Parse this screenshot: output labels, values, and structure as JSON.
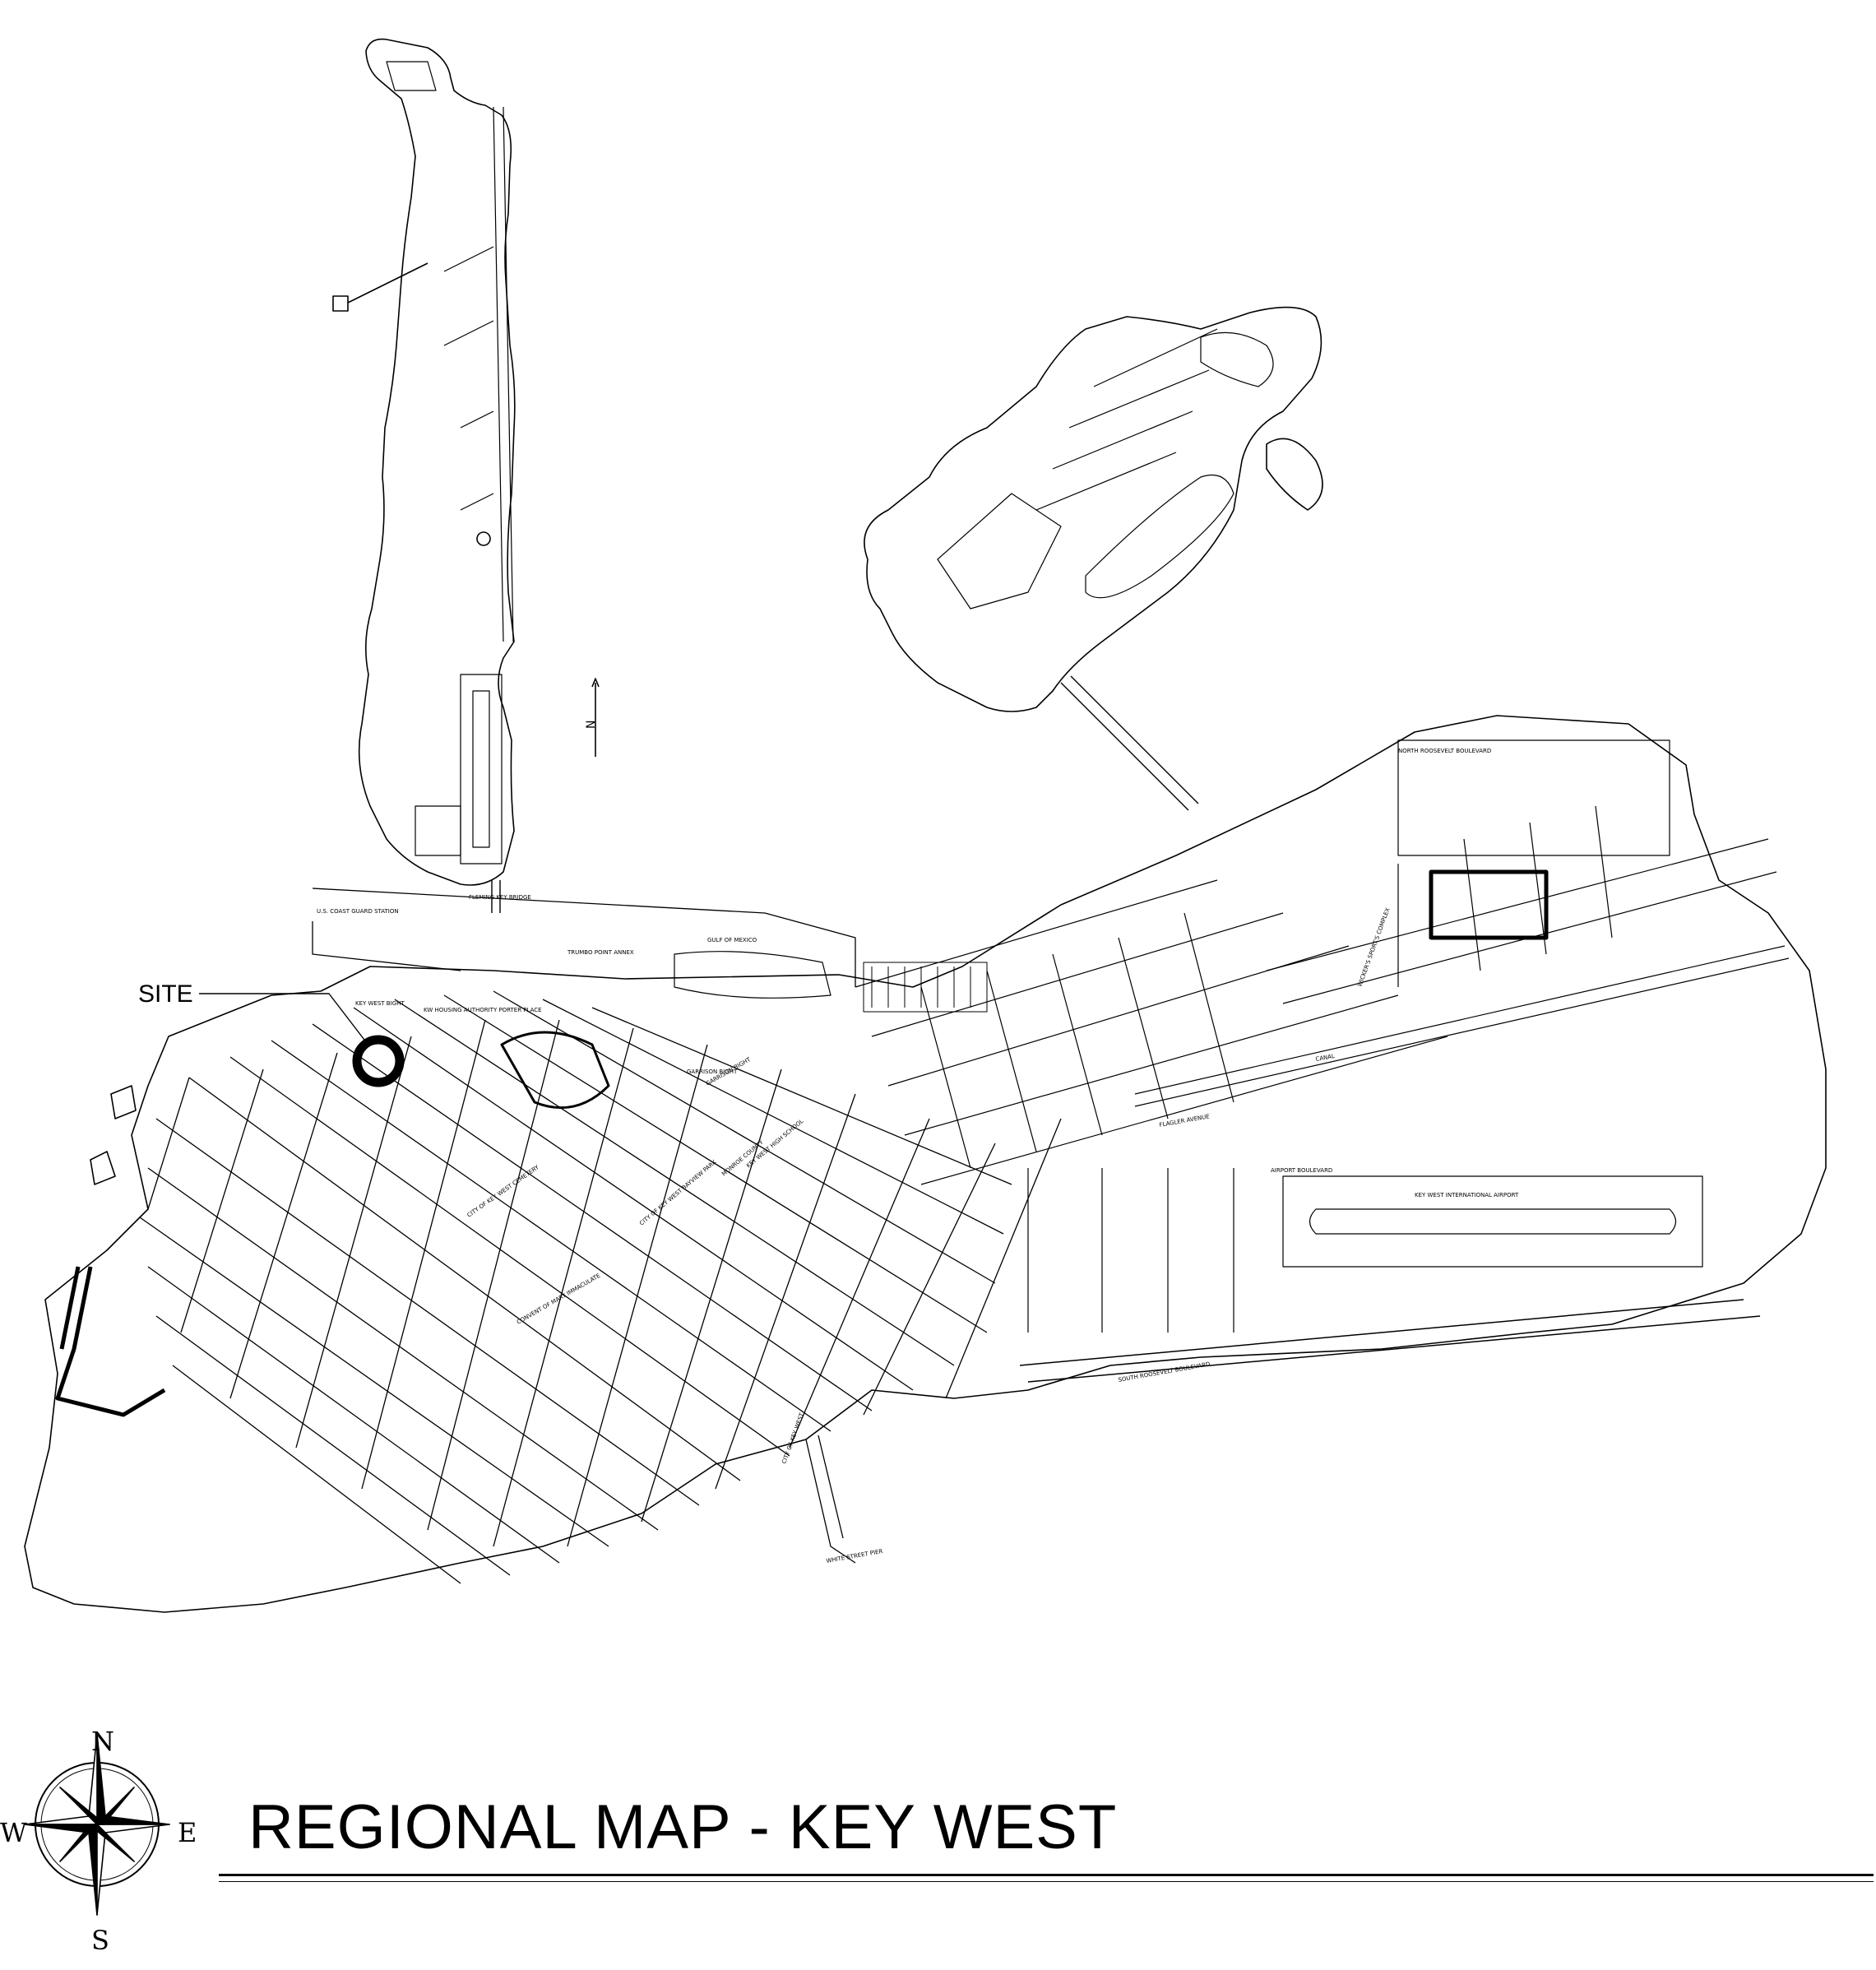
{
  "title": "REGIONAL MAP - KEY WEST",
  "site_label": "SITE",
  "compass": {
    "n": "N",
    "s": "S",
    "w": "W",
    "e": "E"
  },
  "north_arrow_label": "N",
  "map_labels": {
    "fleming_key_bridge": "FLEMING KEY BRIDGE",
    "coast_guard": "U.S. COAST GUARD STATION",
    "trumbo": "TRUMBO POINT ANNEX",
    "gulf": "GULF OF MEXICO",
    "key_west_bight": "KEY WEST BIGHT",
    "housing": "KW HOUSING AUTHORITY PORTER PLACE",
    "garrison_bight": "GARRISON BIGHT",
    "city_cemetery": "CITY OF KEY WEST CEMETERY",
    "convent": "CONVENT OF MARY IMMACULATE",
    "city_kw": "CITY OF KEY WEST BAYVIEW PARK",
    "high_school": "KEY WEST HIGH SCHOOL",
    "wickers": "WICKER'S SPORT'S COMPLEX",
    "flagler": "FLAGLER AVENUE",
    "canal": "CANAL",
    "airport_blvd": "AIRPORT BOULEVARD",
    "airport": "KEY WEST INTERNATIONAL AIRPORT",
    "south_roosevelt": "SOUTH ROOSEVELT BOULEVARD",
    "north_roosevelt": "NORTH ROOSEVELT BOULEVARD",
    "white_street_pier": "WHITE STREET PIER",
    "city_kw2": "CITY OF KEY WEST",
    "monroe_county": "MONROE COUNTY"
  },
  "colors": {
    "ink": "#000000",
    "paper": "#ffffff"
  }
}
